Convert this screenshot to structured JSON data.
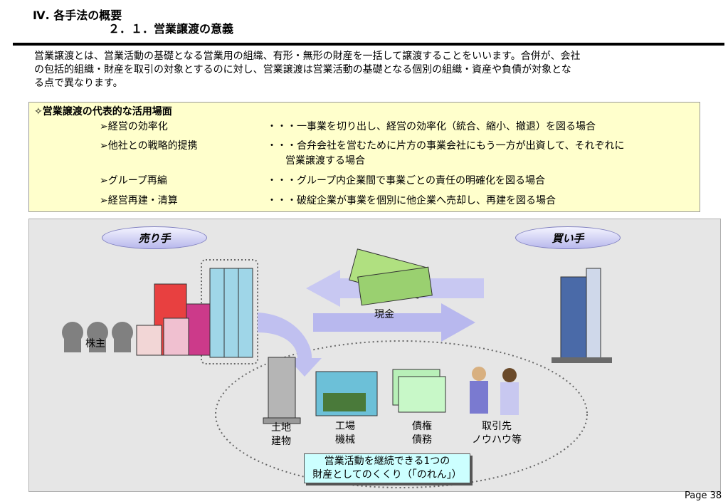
{
  "header": {
    "section": "Ⅳ. 各手法の概要",
    "subsection": "２．１．営業譲渡の意義"
  },
  "intro": [
    "営業譲渡とは、営業活動の基礎となる営業用の組織、有形・無形の財産を一括して譲渡することをいいます。合併が、会社",
    "の包括的組織・財産を取引の対象とするのに対し、営業譲渡は営業活動の基礎となる個別の組織・資産や負債が対象とな",
    "る点で異なります。"
  ],
  "uses": {
    "heading": "✧営業譲渡の代表的な活用場面",
    "items": [
      {
        "label": "➢経営の効率化",
        "desc": "・・・一事業を切り出し、経営の効率化（統合、縮小、撤退）を図る場合",
        "desc2": ""
      },
      {
        "label": "➢他社との戦略的提携",
        "desc": "・・・合弁会社を営むために片方の事業会社にもう一方が出資して、それぞれに",
        "desc2": "営業譲渡する場合"
      },
      {
        "label": "➢グループ再編",
        "desc": "・・・グループ内企業間で事業ごとの責任の明確化を図る場合",
        "desc2": ""
      },
      {
        "label": "➢経営再建・清算",
        "desc": "・・・破綻企業が事業を個別に他企業へ売却し、再建を図る場合",
        "desc2": ""
      }
    ]
  },
  "diagram": {
    "seller": "売り手",
    "buyer": "買い手",
    "shareholders": "株主",
    "cash": "現金",
    "assets": [
      {
        "line1": "土地",
        "line2": "建物"
      },
      {
        "line1": "工場",
        "line2": "機械"
      },
      {
        "line1": "債権",
        "line2": "債務"
      },
      {
        "line1": "取引先",
        "line2": "ノウハウ等"
      }
    ],
    "goodwill_line1": "営業活動を継続できる1つの",
    "goodwill_line2": "財産としてのくくり（「のれん」）"
  },
  "footer": {
    "page": "Page 38"
  },
  "colors": {
    "highlight": "#ffffcc",
    "diagram_bg": "#e6e6e6",
    "arrow": "#bdbdf2",
    "noren_bg": "#ccffff"
  }
}
